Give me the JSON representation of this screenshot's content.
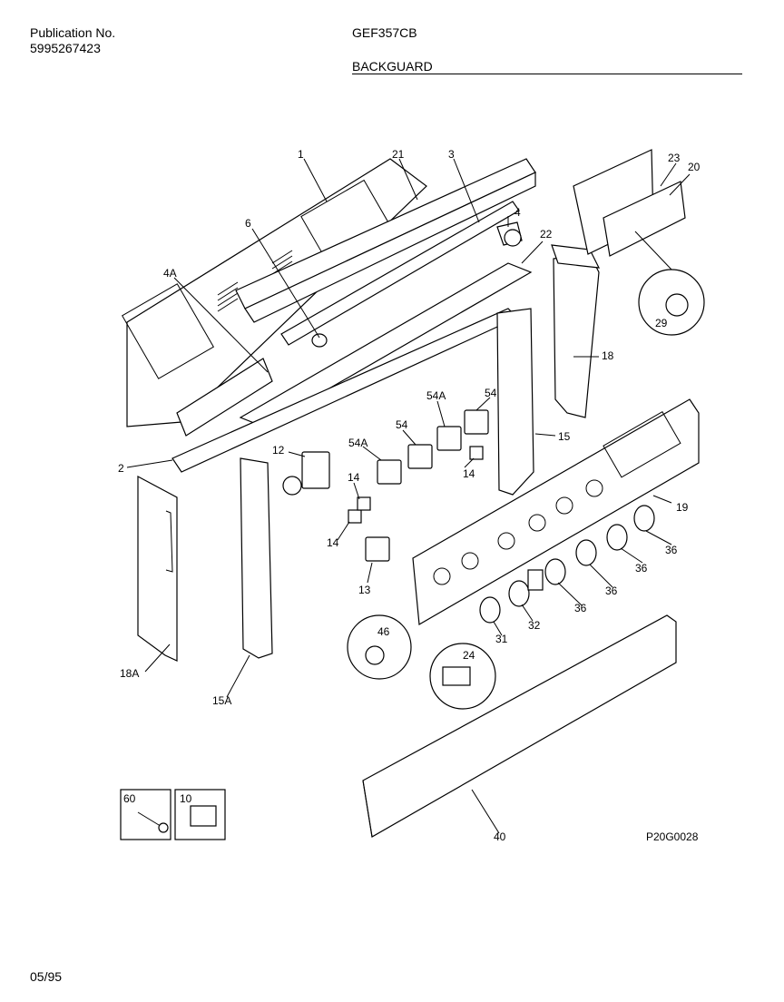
{
  "header": {
    "publication_label": "Publication No.",
    "publication_number": "5995267423",
    "model": "GEF357CB",
    "section": "BACKGUARD"
  },
  "footer": {
    "date": "05/95",
    "drawing_id": "P20G0028"
  },
  "callouts": {
    "c1": "1",
    "c21": "21",
    "c3": "3",
    "c4": "4",
    "c6": "6",
    "c4a": "4A",
    "c22": "22",
    "c23": "23",
    "c20": "20",
    "c29": "29",
    "c18": "18",
    "c2": "2",
    "c12": "12",
    "c54a_top": "54A",
    "c54_top": "54",
    "c54_mid": "54",
    "c54a_left": "54A",
    "c14_right": "14",
    "c15": "15",
    "c19": "19",
    "c14_upper": "14",
    "c14_lower": "14",
    "c13": "13",
    "c36_a": "36",
    "c36_b": "36",
    "c36_c": "36",
    "c36_d": "36",
    "c32": "32",
    "c31": "31",
    "c46": "46",
    "c24": "24",
    "c18a": "18A",
    "c15a": "15A",
    "c40": "40",
    "c60": "60",
    "c10": "10"
  }
}
